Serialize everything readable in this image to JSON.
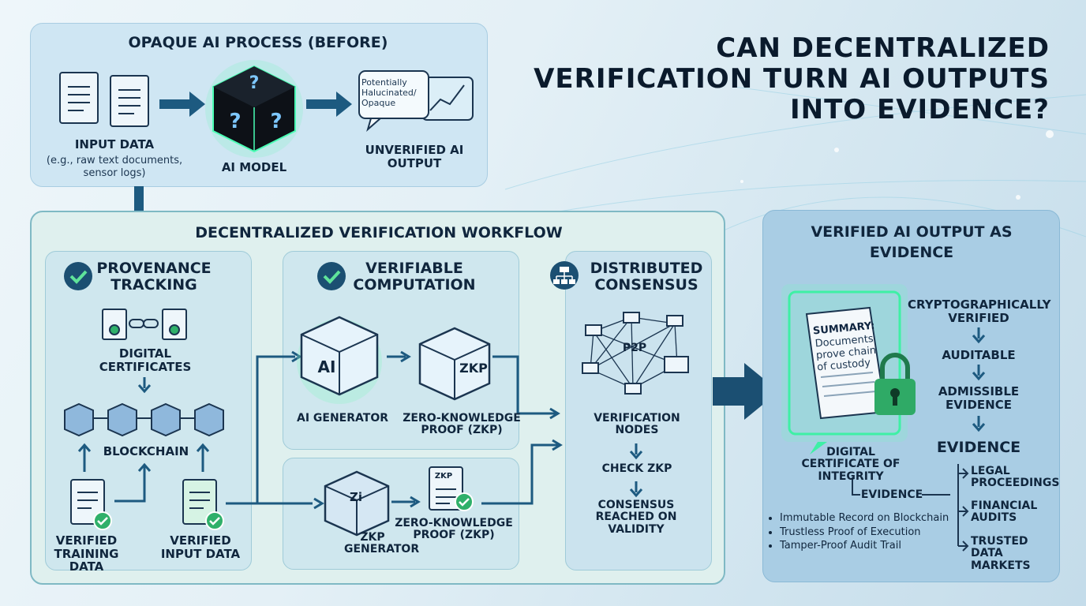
{
  "title": "CAN DECENTRALIZED VERIFICATION TURN AI OUTPUTS INTO EVIDENCE?",
  "before": {
    "heading": "OPAQUE AI PROCESS (BEFORE)",
    "input_label": "INPUT DATA",
    "input_sub": "(e.g., raw text documents, sensor logs)",
    "model_label": "AI MODEL",
    "bubble_text": "Potentially Halucinated/ Opaque",
    "output_label": "UNVERIFIED AI OUTPUT"
  },
  "workflow": {
    "heading": "DECENTRALIZED VERIFICATION WORKFLOW",
    "provenance": {
      "heading": "PROVENANCE TRACKING",
      "certs": "DIGITAL CERTIFICATES",
      "chain": "BLOCKCHAIN",
      "training": "VERIFIED TRAINING DATA",
      "input": "VERIFIED INPUT DATA"
    },
    "computation": {
      "heading": "VERIFIABLE COMPUTATION",
      "ai_cube": "AI",
      "zkp_cube": "ZKP",
      "ai_gen": "AI GENERATOR",
      "zkp_proof": "ZERO-KNOWLEDGE PROOF (ZKP)"
    },
    "zkp_gen": {
      "cube": "Zi",
      "doc": "ZKP",
      "gen_label": "ZKP GENERATOR",
      "proof_label": "ZERO-KNOWLEDGE PROOF (ZKP)"
    },
    "consensus": {
      "heading": "DISTRIBUTED CONSENSUS",
      "p2p": "P2P",
      "nodes": "VERIFICATION NODES",
      "check": "CHECK ZKP",
      "reached": "CONSENSUS REACHED ON VALIDITY"
    }
  },
  "evidence": {
    "heading": "VERIFIED AI OUTPUT AS EVIDENCE",
    "doc_title": "SUMMARY:",
    "doc_text": "Documents prove chain of custody",
    "cert_label": "DIGITAL CERTIFICATE OF INTEGRITY",
    "evidence_small": "EVIDENCE",
    "bullets": [
      "Immutable Record on Blockchain",
      "Trustless Proof of Execution",
      "Tamper-Proof Audit Trail"
    ],
    "steps": [
      "CRYPTOGRAPHICALLY VERIFIED",
      "AUDITABLE",
      "ADMISSIBLE EVIDENCE",
      "EVIDENCE"
    ],
    "uses": [
      "LEGAL PROCEEDINGS",
      "FINANCIAL AUDITS",
      "TRUSTED DATA MARKETS"
    ]
  },
  "colors": {
    "navy": "#1b4f72",
    "arrow": "#1d5a80",
    "green": "#2fb06a",
    "glow": "#37e59a"
  }
}
